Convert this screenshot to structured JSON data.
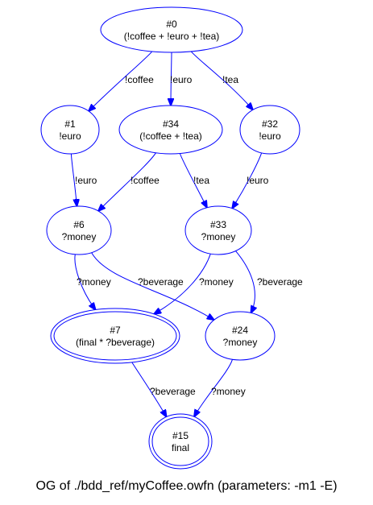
{
  "graph": {
    "caption": "OG of ./bdd_ref/myCoffee.owfn (parameters: -m1 -E)",
    "colors": {
      "node_stroke": "#0000ff",
      "edge_stroke": "#0000ff",
      "text": "#000000"
    },
    "nodes": [
      {
        "id": "n0",
        "title": "#0",
        "label": "(!coffee + !euro + !tea)",
        "final": false
      },
      {
        "id": "n1",
        "title": "#1",
        "label": "!euro",
        "final": false
      },
      {
        "id": "n34",
        "title": "#34",
        "label": "(!coffee + !tea)",
        "final": false
      },
      {
        "id": "n32",
        "title": "#32",
        "label": "!euro",
        "final": false
      },
      {
        "id": "n6",
        "title": "#6",
        "label": "?money",
        "final": false
      },
      {
        "id": "n33",
        "title": "#33",
        "label": "?money",
        "final": false
      },
      {
        "id": "n7",
        "title": "#7",
        "label": "(final * ?beverage)",
        "final": true
      },
      {
        "id": "n24",
        "title": "#24",
        "label": "?money",
        "final": false
      },
      {
        "id": "n15",
        "title": "#15",
        "label": "final",
        "final": true
      }
    ],
    "edges": [
      {
        "from": "n0",
        "to": "n1",
        "label": "!coffee"
      },
      {
        "from": "n0",
        "to": "n34",
        "label": "!euro"
      },
      {
        "from": "n0",
        "to": "n32",
        "label": "!tea"
      },
      {
        "from": "n1",
        "to": "n6",
        "label": "!euro"
      },
      {
        "from": "n34",
        "to": "n6",
        "label": "!coffee"
      },
      {
        "from": "n34",
        "to": "n33",
        "label": "!tea"
      },
      {
        "from": "n32",
        "to": "n33",
        "label": "!euro"
      },
      {
        "from": "n6",
        "to": "n7",
        "label": "?money"
      },
      {
        "from": "n6",
        "to": "n24",
        "label": "?beverage"
      },
      {
        "from": "n33",
        "to": "n7",
        "label": "?money"
      },
      {
        "from": "n33",
        "to": "n24",
        "label": "?beverage"
      },
      {
        "from": "n7",
        "to": "n15",
        "label": "?beverage"
      },
      {
        "from": "n24",
        "to": "n15",
        "label": "?money"
      }
    ]
  }
}
